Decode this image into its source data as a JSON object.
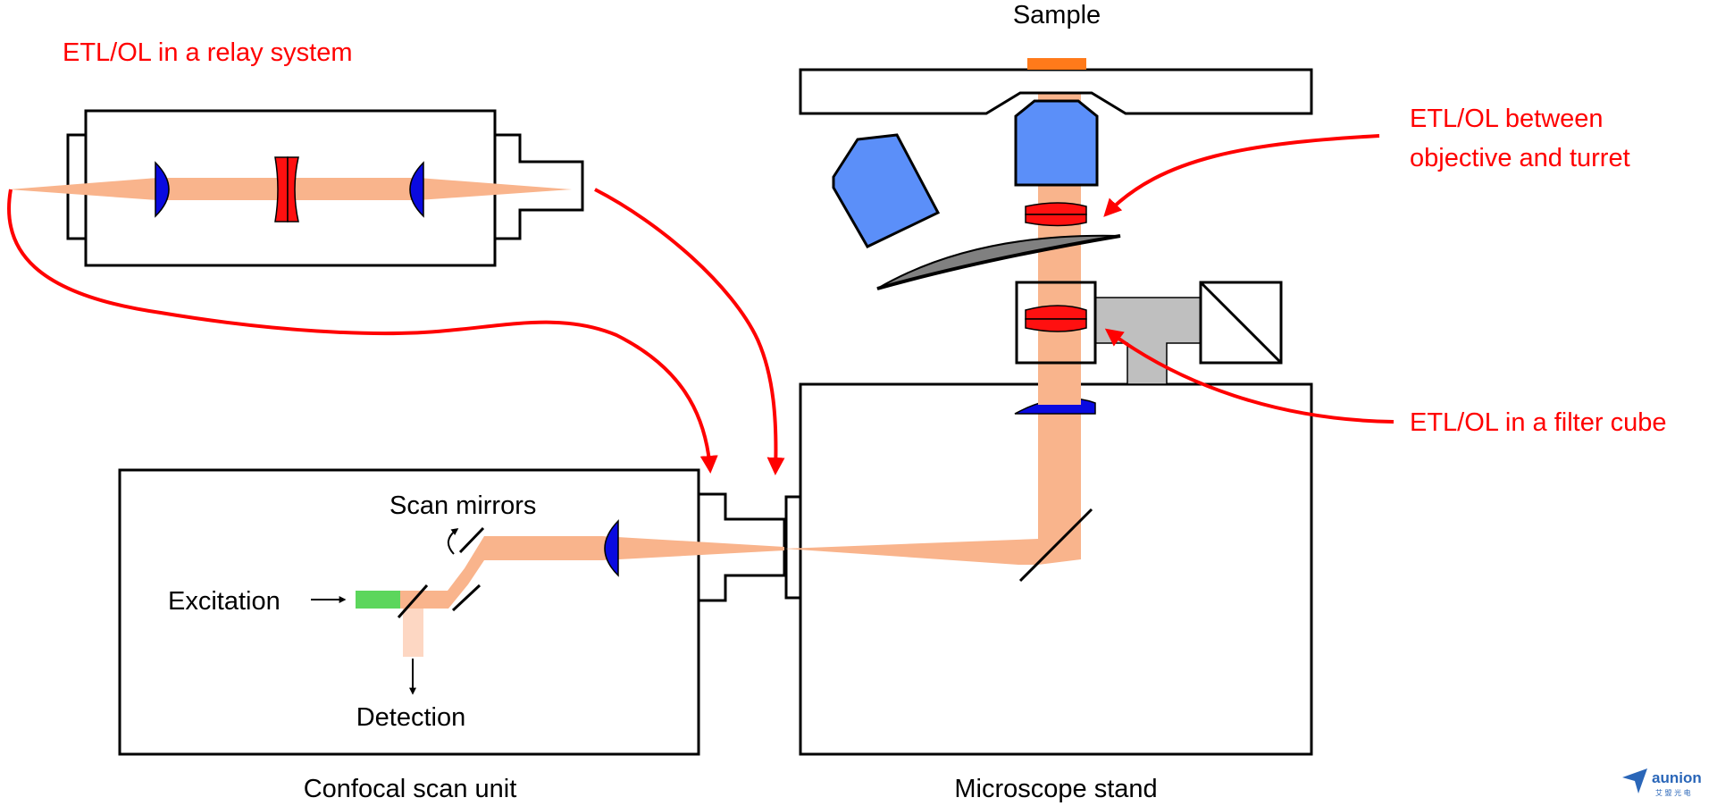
{
  "labels": {
    "sample": "Sample",
    "relay": "ETL/OL in a relay system",
    "between_line1": "ETL/OL between",
    "between_line2": "objective and turret",
    "filter_cube": "ETL/OL in a filter cube",
    "scan_mirrors": "Scan mirrors",
    "excitation": "Excitation",
    "detection": "Detection",
    "confocal": "Confocal scan unit",
    "microscope": "Microscope stand"
  },
  "logo": {
    "text": "aunion",
    "subtext": "艾 盟 光 电"
  },
  "colors": {
    "beam": "#f9b48c",
    "lens_blue": "#0a0ae0",
    "lens_red": "#ff1010",
    "objective": "#5b8ff9",
    "excitation": "#5cd65c",
    "annotation": "#ff0000",
    "sample": "#ff7a1a",
    "turret": "#808080",
    "filter_holder": "#bfbfbf"
  }
}
